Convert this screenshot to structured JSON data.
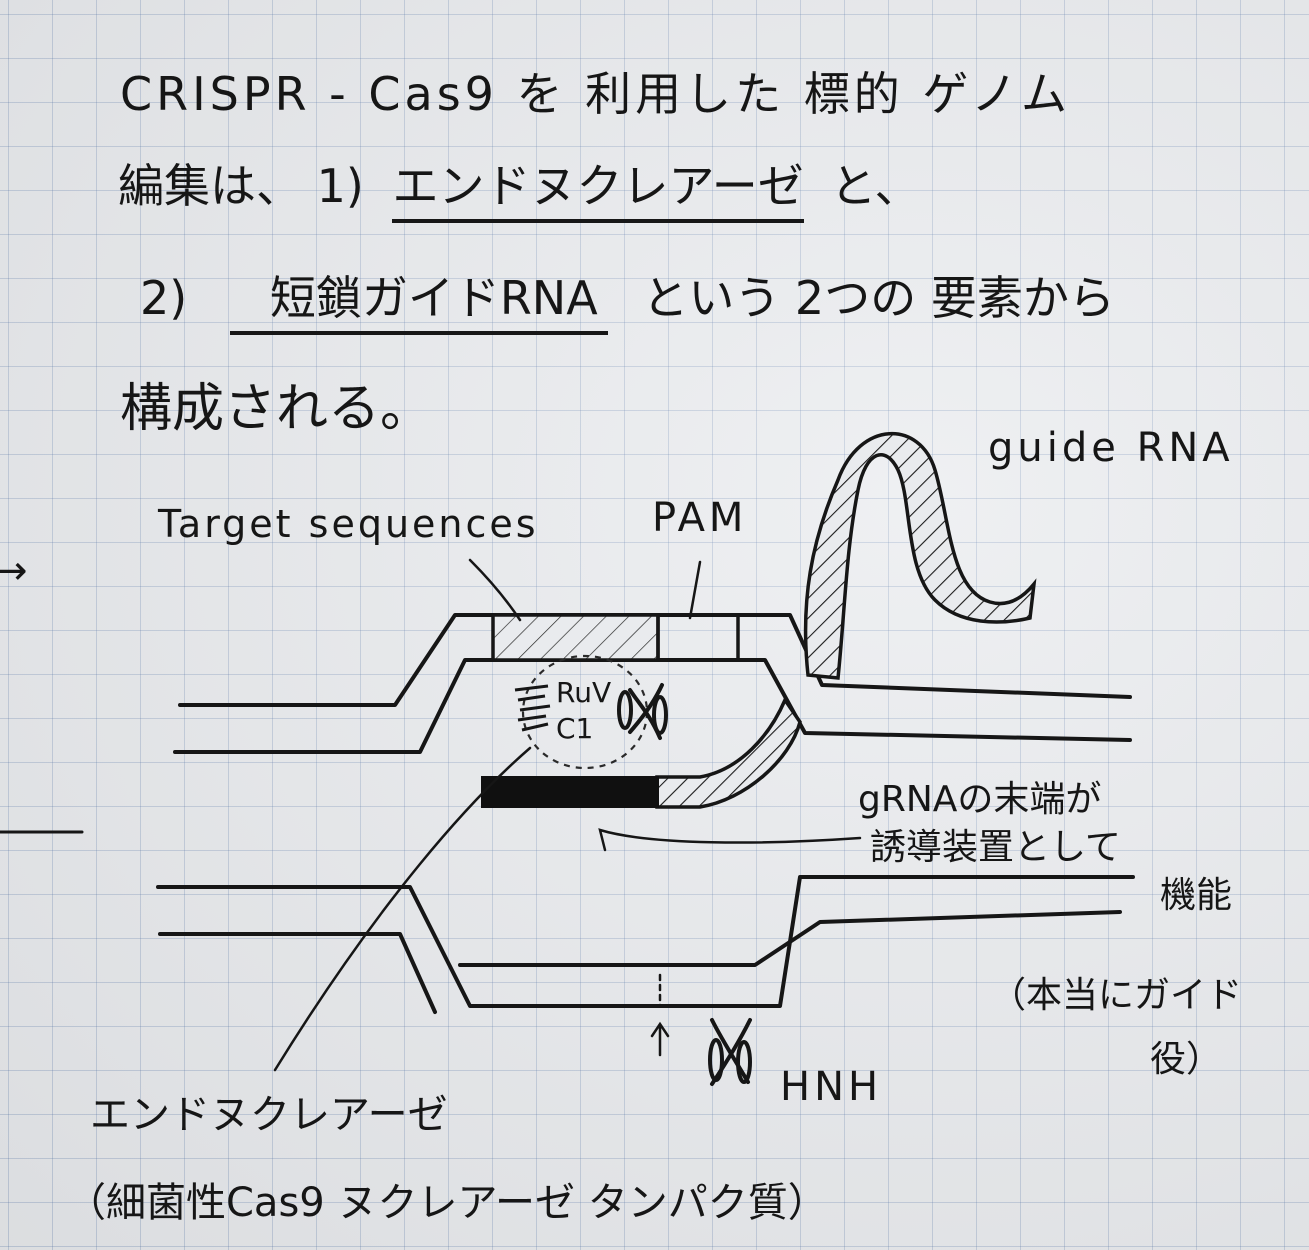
{
  "notes": {
    "line1": "CRISPR - Cas9 を 利用した 標的 ゲノム",
    "line2_prefix": "編集は、 1)",
    "line2_underlined": "エンドヌクレアーゼ",
    "line2_suffix": "と、",
    "line3_prefix": "2)",
    "line3_underlined": "短鎖ガイドRNA",
    "line3_suffix": "という 2つの 要素から",
    "line4": "構成される。"
  },
  "diagram": {
    "guide_rna_label": "guide RNA",
    "target_label": "Target sequences",
    "pam_label": "PAM",
    "ruvc_top": "RuV",
    "ruvc_bottom": "C1",
    "grna_note_line1": "gRNAの末端が",
    "grna_note_line2": "誘導装置として",
    "grna_note_line3": "機能",
    "guide_paren_line1": "（本当にガイド",
    "guide_paren_line2": "役）",
    "hnh_label": "HNH",
    "endonuclease_label": "エンドヌクレアーゼ",
    "cas9_label": "（細菌性Cas9 ヌクレアーゼ タンパク質）"
  },
  "margin": {
    "arrow_glyph": "→"
  }
}
